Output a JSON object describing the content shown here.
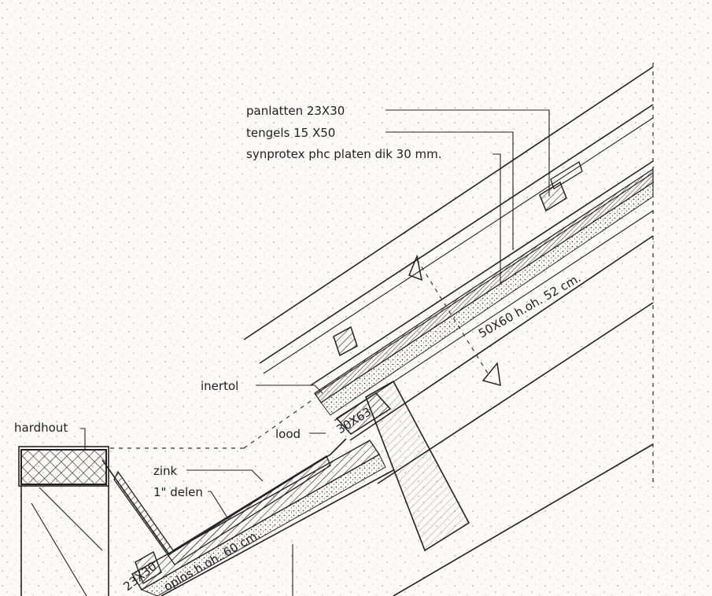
{
  "labels": {
    "panlatten": "panlatten  23X30",
    "tengels": "tengels     15 X50",
    "synprotex": "synprotex  phc  platen  dik 30 mm.",
    "section_spars": "50X60  h.oh. 52 cm.",
    "inertol": "inertol",
    "lood": "lood",
    "batten_63": "30X63",
    "hardhout": "hardhout",
    "zink": "zink",
    "delen": "1\" delen",
    "klos": "23X30",
    "oploos": "oplos  h.oh. 60 cm."
  },
  "colors": {
    "ink": "#222222",
    "paper": "#fbfaf6"
  }
}
